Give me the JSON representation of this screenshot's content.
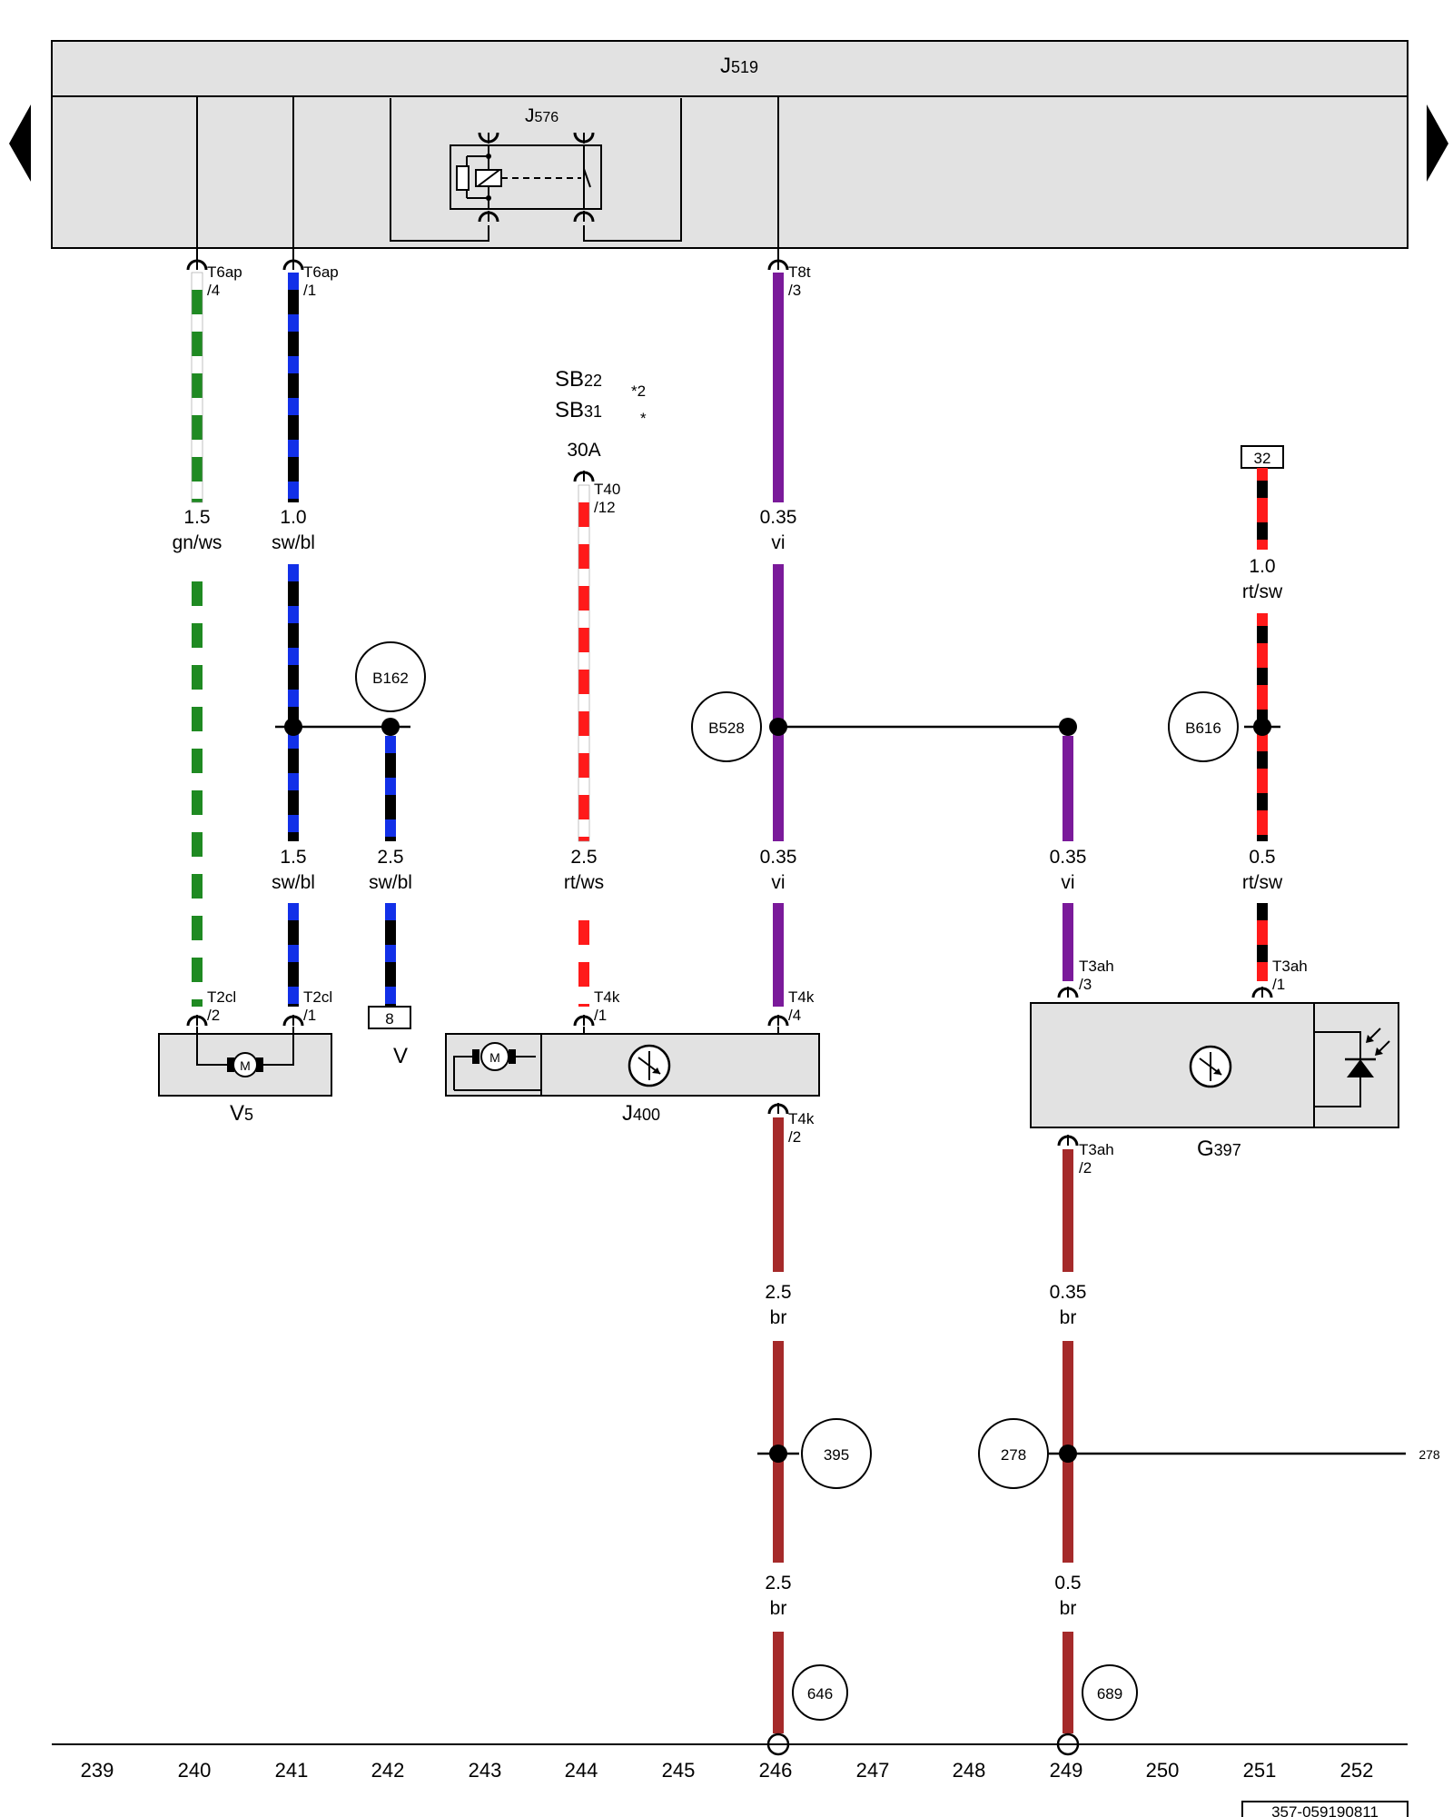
{
  "control_unit": {
    "letter": "J",
    "sub": "519"
  },
  "relay": {
    "letter": "J",
    "sub": "576"
  },
  "fuses": {
    "f1_letters": "SB",
    "f1_sub": "22",
    "f1_note": "*2",
    "f2_letters": "SB",
    "f2_sub": "31",
    "f2_note": "*",
    "rating": "30A"
  },
  "connectors": {
    "t6ap_4": {
      "name": "T6ap",
      "pin": "/4"
    },
    "t6ap_1": {
      "name": "T6ap",
      "pin": "/1"
    },
    "t8t_3": {
      "name": "T8t",
      "pin": "/3"
    },
    "t40_12": {
      "name": "T40",
      "pin": "/12"
    },
    "t2cl_2": {
      "name": "T2cl",
      "pin": "/2"
    },
    "t2cl_1": {
      "name": "T2cl",
      "pin": "/1"
    },
    "t4k_1": {
      "name": "T4k",
      "pin": "/1"
    },
    "t4k_4": {
      "name": "T4k",
      "pin": "/4"
    },
    "t4k_2": {
      "name": "T4k",
      "pin": "/2"
    },
    "t3ah_3": {
      "name": "T3ah",
      "pin": "/3"
    },
    "t3ah_1": {
      "name": "T3ah",
      "pin": "/1"
    },
    "t3ah_2": {
      "name": "T3ah",
      "pin": "/2"
    }
  },
  "wires": {
    "w1": {
      "size": "1.5",
      "color": "gn/ws"
    },
    "w2": {
      "size": "1.0",
      "color": "sw/bl"
    },
    "w3": {
      "size": "1.5",
      "color": "sw/bl"
    },
    "w4": {
      "size": "2.5",
      "color": "sw/bl"
    },
    "w5": {
      "size": "2.5",
      "color": "rt/ws"
    },
    "w6": {
      "size": "0.35",
      "color": "vi"
    },
    "w7": {
      "size": "0.35",
      "color": "vi"
    },
    "w8": {
      "size": "0.35",
      "color": "vi"
    },
    "w9": {
      "size": "1.0",
      "color": "rt/sw"
    },
    "w10": {
      "size": "0.5",
      "color": "rt/sw"
    },
    "w11": {
      "size": "2.5",
      "color": "br"
    },
    "w12": {
      "size": "2.5",
      "color": "br"
    },
    "w13": {
      "size": "0.35",
      "color": "br"
    },
    "w14": {
      "size": "0.5",
      "color": "br"
    }
  },
  "splices": {
    "b162": "B162",
    "b528": "B528",
    "b616": "B616"
  },
  "grounds": {
    "g395": "395",
    "g278": "278",
    "g646": "646",
    "g689": "689"
  },
  "references": {
    "ref32": "32",
    "ref8": "8",
    "ref8_label": "V",
    "ref278": "278"
  },
  "components": {
    "v5": {
      "letter": "V",
      "sub": "5"
    },
    "j400": {
      "letter": "J",
      "sub": "400"
    },
    "g397": {
      "letter": "G",
      "sub": "397"
    },
    "motor_symbol": "M"
  },
  "grid_numbers": [
    "239",
    "240",
    "241",
    "242",
    "243",
    "244",
    "245",
    "246",
    "247",
    "248",
    "249",
    "250",
    "251",
    "252"
  ],
  "doc_id": "357-059190811",
  "colors": {
    "panel": "#e2e2e2",
    "green": "#1f8a22",
    "blue": "#1230e8",
    "red": "#ff1a1a",
    "violet": "#7a1a9a",
    "brown": "#a52a2a",
    "black": "#000000"
  }
}
